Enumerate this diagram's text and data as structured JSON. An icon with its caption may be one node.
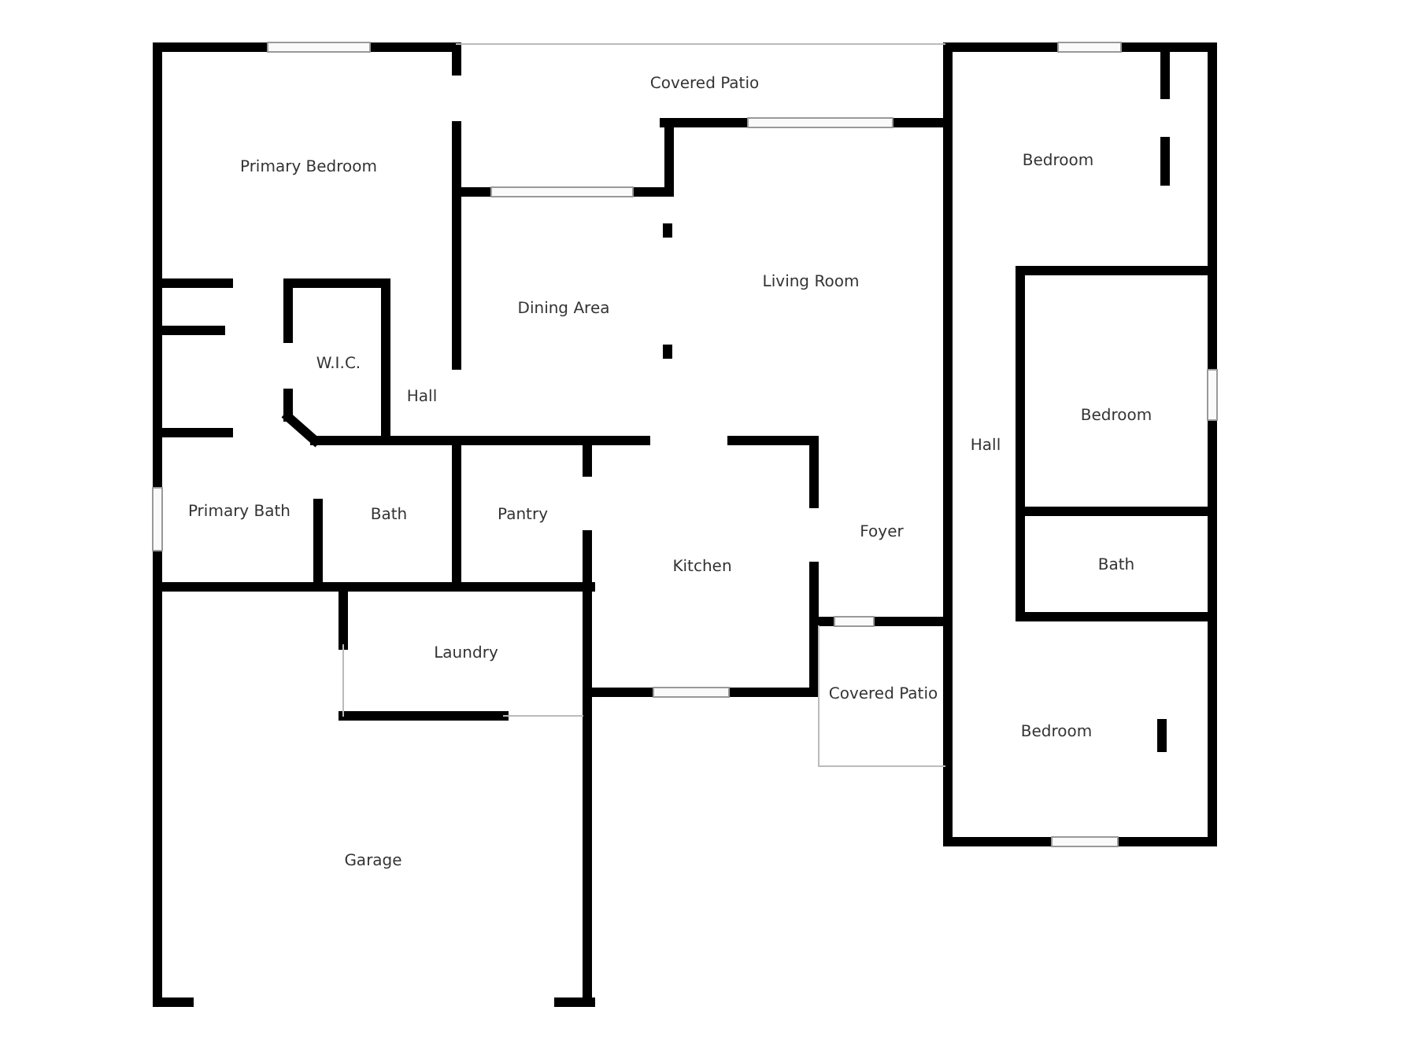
{
  "diagram": {
    "nodes": [
      {
        "text": [
          "Covered Patio"
        ]
      },
      {
        "text": [
          "Primary Bedroom"
        ]
      },
      {
        "text": [
          "Bedroom"
        ]
      },
      {
        "text": [
          "Living Room"
        ]
      },
      {
        "text": [
          "Dining Area"
        ]
      },
      {
        "text": [
          "W.I.C."
        ]
      },
      {
        "text": [
          "Hall"
        ]
      },
      {
        "text": [
          "Bedroom"
        ]
      },
      {
        "text": [
          "Hall"
        ]
      },
      {
        "text": [
          "Primary Bath"
        ]
      },
      {
        "text": [
          "Bath"
        ]
      },
      {
        "text": [
          "Pantry"
        ]
      },
      {
        "text": [
          "Foyer"
        ]
      },
      {
        "text": [
          "Bath"
        ]
      },
      {
        "text": [
          "Kitchen"
        ]
      },
      {
        "text": [
          "Laundry"
        ]
      },
      {
        "text": [
          "Covered Patio"
        ]
      },
      {
        "text": [
          "Bedroom"
        ]
      },
      {
        "text": [
          "Garage"
        ]
      }
    ]
  }
}
